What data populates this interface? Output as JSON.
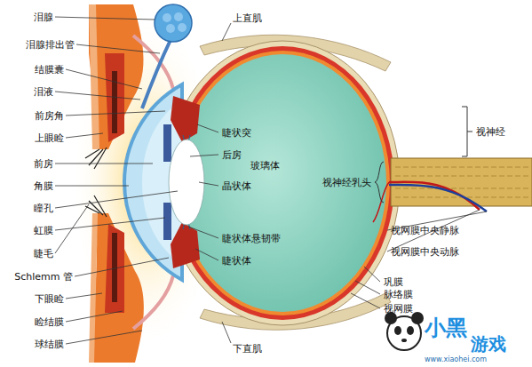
{
  "diagram": {
    "labels": [
      "泪腺",
      "泪腺排出管",
      "结膜囊",
      "泪液",
      "前房角",
      "上眼睑",
      "前房",
      "角膜",
      "瞳孔",
      "虹膜",
      "睫毛",
      "Schlemm 管",
      "下眼睑",
      "睑结膜",
      "球结膜",
      "上直肌",
      "睫状突",
      "后房",
      "玻璃体",
      "晶状体",
      "睫状体悬韧带",
      "睫状体",
      "视神经乳头",
      "视神经",
      "视网膜中央静脉",
      "视网膜中央动脉",
      "巩膜",
      "脉络膜",
      "视网膜",
      "下直肌",
      "小黑",
      "游戏",
      "www.xiaohei.com"
    ]
  }
}
